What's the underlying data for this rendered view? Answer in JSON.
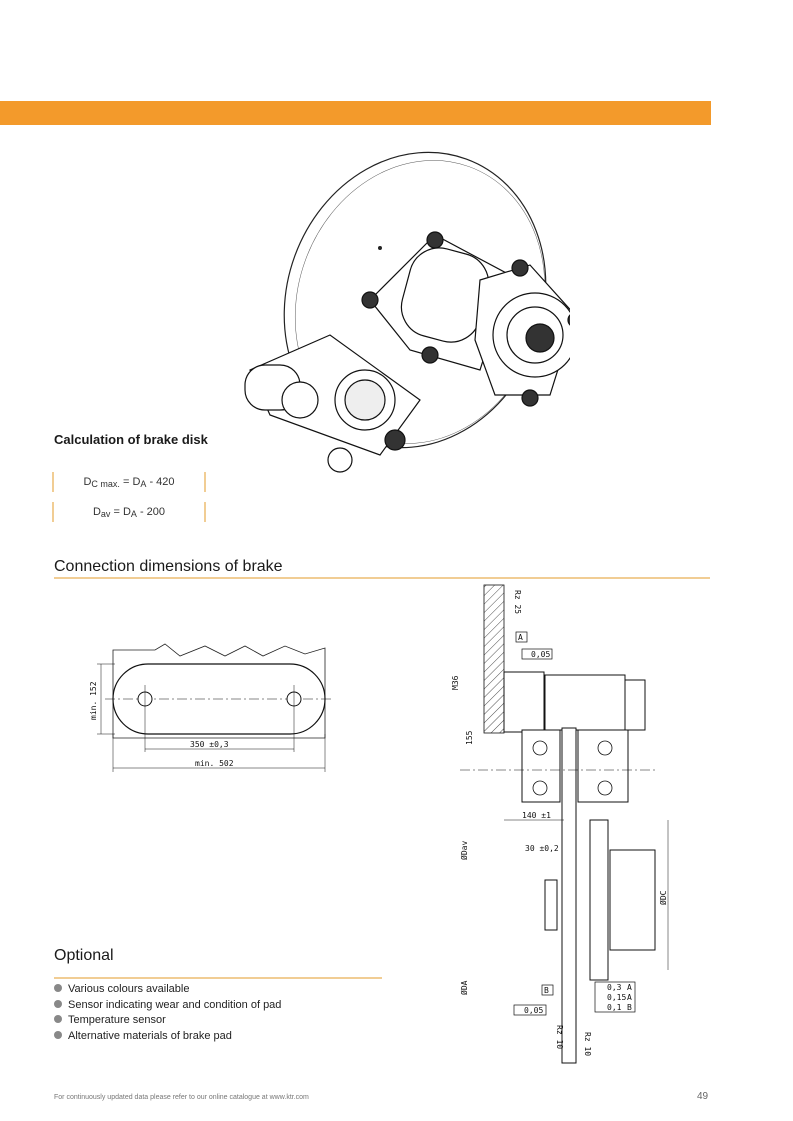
{
  "header": {
    "accent_color": "#f39a2b"
  },
  "calculation": {
    "title": "Calculation of brake disk",
    "formula1": {
      "lhs": "D",
      "lhs_sub": "C max.",
      "eq": " = D",
      "rhs_sub": "A",
      "rhs": " - 420"
    },
    "formula2": {
      "lhs": "D",
      "lhs_sub": "av",
      "eq": " = D",
      "rhs_sub": "A",
      "rhs": " - 200"
    }
  },
  "connection": {
    "title": "Connection dimensions of brake",
    "slot_drawing": {
      "height_label": "min. 152",
      "hole_spacing": "350 ±0,3",
      "length_label": "min. 502"
    },
    "side_drawing": {
      "rz_top": "Rz 25",
      "datum_a": "A",
      "flatness_top": "0,05",
      "thread": "M36",
      "offset": "155",
      "dim_140": "140 ±1",
      "dim_dav": "ØDav",
      "dim_30": "30 ±0,2",
      "dim_dc": "ØDC",
      "dim_da": "ØDA",
      "datum_b": "B",
      "tol1": "0,3",
      "tol1_ref": "A",
      "tol2": "0,15",
      "tol2_ref": "A",
      "tol3": "0,1",
      "tol3_ref": "B",
      "flatness_bottom": "0,05",
      "rz_bottom_left": "Rz 10",
      "rz_bottom_right": "Rz 10"
    }
  },
  "optional": {
    "title": "Optional",
    "items": [
      "Various colours available",
      "Sensor indicating wear and condition of pad",
      "Temperature sensor",
      "Alternative materials of brake pad"
    ]
  },
  "footer": {
    "text": "For continuously updated data please refer to our online catalogue at www.ktr.com",
    "page": "49"
  }
}
